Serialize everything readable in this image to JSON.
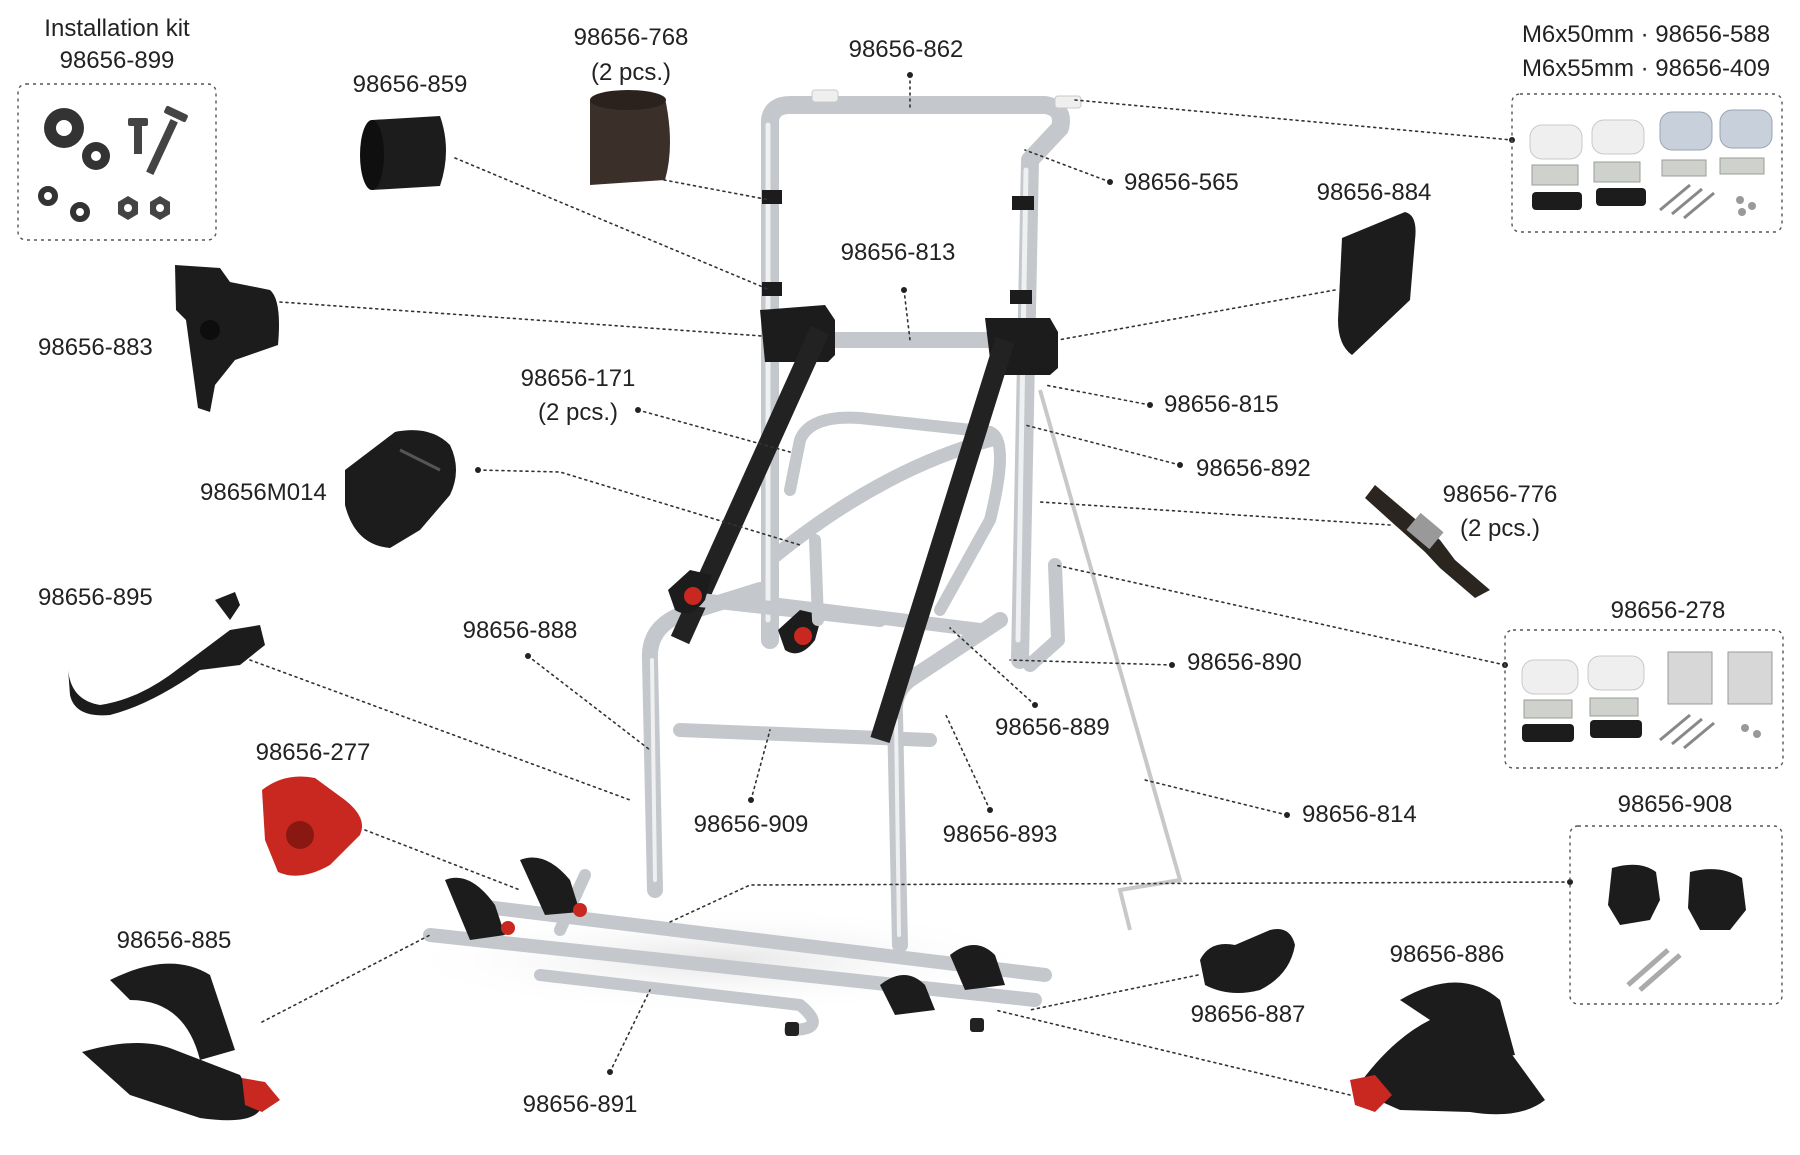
{
  "kit": {
    "title": "Installation kit",
    "code": "98656-899"
  },
  "labels": {
    "p768": "98656-768",
    "p768_qty": "(2 pcs.)",
    "p862": "98656-862",
    "p859": "98656-859",
    "p565": "98656-565",
    "p884": "98656-884",
    "p813": "98656-813",
    "p883": "98656-883",
    "p171": "98656-171",
    "p171_qty": "(2 pcs.)",
    "p815": "98656-815",
    "p892": "98656-892",
    "pM014": "98656M014",
    "p776": "98656-776",
    "p776_qty": "(2 pcs.)",
    "p895": "98656-895",
    "p888": "98656-888",
    "p278": "98656-278",
    "p890": "98656-890",
    "p889": "98656-889",
    "p277": "98656-277",
    "p909": "98656-909",
    "p893": "98656-893",
    "p814": "98656-814",
    "p908": "98656-908",
    "p885": "98656-885",
    "p886": "98656-886",
    "p887": "98656-887",
    "p891": "98656-891"
  },
  "screws": {
    "line1": "M6x50mm · 98656-588",
    "line2": "M6x55mm · 98656-409"
  },
  "colors": {
    "aluminium": "#c4c7cb",
    "plastic_black": "#1c1c1c",
    "knob_red": "#c8281f"
  }
}
